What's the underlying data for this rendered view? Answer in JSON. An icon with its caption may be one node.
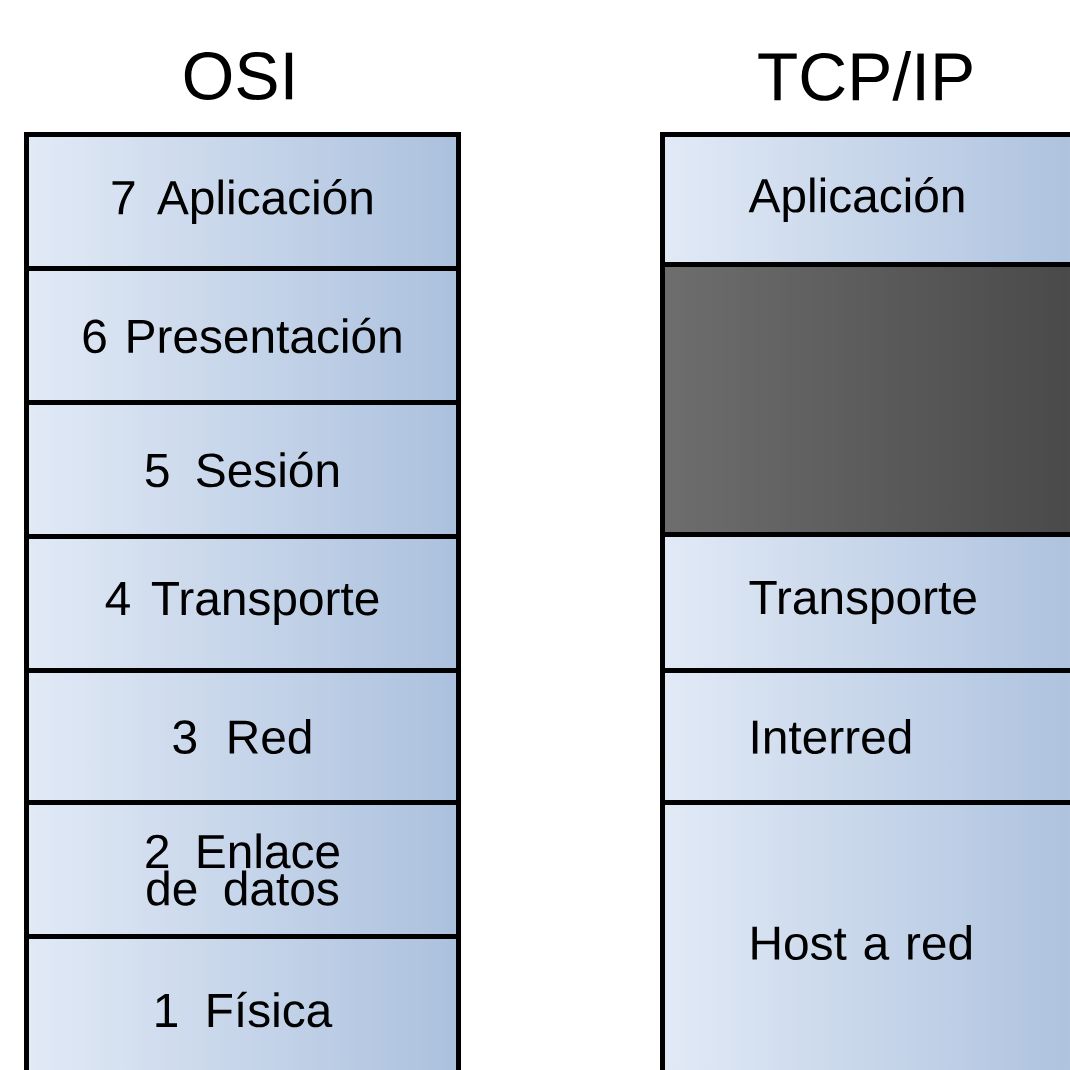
{
  "diagram": {
    "nodes": [
      {
        "text": [
          "7 Aplicación"
        ]
      },
      {
        "text": [
          "6 Presentación"
        ]
      },
      {
        "text": [
          "5 Sesión"
        ]
      },
      {
        "text": [
          "4 Transporte"
        ]
      },
      {
        "text": [
          "3 Red"
        ]
      },
      {
        "text": [
          "2 Enlace de datos"
        ]
      },
      {
        "text": [
          "1 Física"
        ]
      },
      {
        "text": [
          "Aplicación"
        ]
      },
      {
        "text": [],
        "shape": "box"
      },
      {
        "text": [
          "Transporte"
        ]
      },
      {
        "text": [
          "Interred"
        ]
      },
      {
        "text": [
          "Host a red"
        ]
      }
    ],
    "labels": [
      "OSI",
      "TCP/IP"
    ]
  }
}
